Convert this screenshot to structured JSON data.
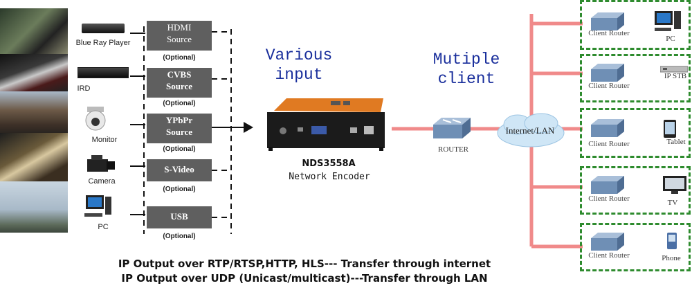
{
  "devices": [
    {
      "name": "player",
      "label": "Blue Ray Player"
    },
    {
      "name": "ird",
      "label": "IRD"
    },
    {
      "name": "monitor",
      "label": "Monitor"
    },
    {
      "name": "camera",
      "label": "Camera"
    },
    {
      "name": "pc",
      "label": "PC"
    }
  ],
  "sources": [
    {
      "line1": "HDMI",
      "line2": "Source",
      "optional": "(Optional)"
    },
    {
      "line1": "CVBS",
      "line2": "Source",
      "optional": "(Optional)"
    },
    {
      "line1": "YPbPr",
      "line2": "Source",
      "optional": "(Optional)"
    },
    {
      "line1": "S-Video",
      "line2": "",
      "optional": "(Optional)"
    },
    {
      "line1": "USB",
      "line2": "",
      "optional": "(Optional)"
    }
  ],
  "various_input": {
    "line1": "Various",
    "line2": "input"
  },
  "multiple_client": {
    "line1": "Mutiple",
    "line2": "client"
  },
  "encoder": {
    "model": "NDS3558A",
    "name": "Network Encoder"
  },
  "router_label": "ROUTER",
  "cloud_label": "Internet/LAN",
  "clients": [
    {
      "router": "Client Router",
      "device": "PC"
    },
    {
      "router": "Client Router",
      "device": "IP STB"
    },
    {
      "router": "Client Router",
      "device": "Tablet"
    },
    {
      "router": "Client Router",
      "device": "TV"
    },
    {
      "router": "Client Router",
      "device": "Phone"
    }
  ],
  "footer": {
    "line1": "IP Output over RTP/RTSP,HTTP, HLS--- Transfer through internet",
    "line2": "IP Output over UDP (Unicast/multicast)---Transfer through LAN"
  },
  "colors": {
    "link": "#f08a8a",
    "client_border": "#2e8b2e",
    "title_blue": "#1a2f9c",
    "source_box": "#5f5f5f"
  }
}
